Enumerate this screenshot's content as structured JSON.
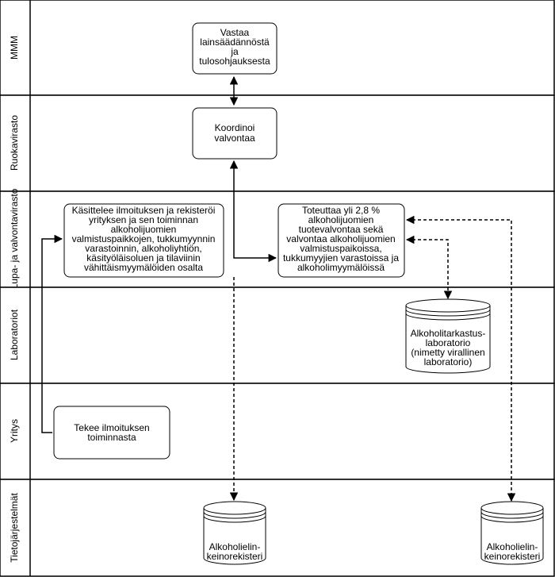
{
  "lanes": [
    {
      "label": "MMM"
    },
    {
      "label": "Ruokavirasto"
    },
    {
      "label": "Lupa- ja valvontavirasto"
    },
    {
      "label": "Laboratoriot"
    },
    {
      "label": "Yritys"
    },
    {
      "label": "Tietojärjestelmät"
    }
  ],
  "boxes": {
    "mmm_task": {
      "lines": [
        "Vastaa",
        "lainsäädännöstä",
        "ja",
        "tulosohjauksesta"
      ]
    },
    "ruoka_task": {
      "lines": [
        "Koordinoi",
        "valvontaa"
      ]
    },
    "lupa_left": {
      "lines": [
        "Käsittelee ilmoituksen ja rekisteröi",
        "yrityksen ja sen toiminnan",
        "alkoholijuomien",
        "valmistuspaikkojen, tukkumyynnin",
        "varastoinnin, alkoholiyhtiön,",
        "käsityöläisoluen ja tilaviinin",
        "vähittäismyymälöiden osalta"
      ]
    },
    "lupa_right": {
      "lines": [
        "Toteuttaa yli 2,8 %",
        "alkoholijuomien",
        "tuotevalvontaa sekä",
        "valvontaa alkoholijuomien",
        "valmistuspaikoissa,",
        "tukkumyyjien varastoissa ja",
        "alkoholimyymälöissä"
      ]
    },
    "yritys_task": {
      "lines": [
        "Tekee ilmoituksen",
        "toiminnasta"
      ]
    }
  },
  "databases": {
    "lab_db": {
      "lines": [
        "Alkoholitarkastus-",
        "laboratorio",
        "(nimetty virallinen",
        "laboratorio)"
      ]
    },
    "reg_db_left": {
      "lines": [
        "Alkoholielin-",
        "keinorekisteri"
      ]
    },
    "reg_db_right": {
      "lines": [
        "Alkoholielin-",
        "keinorekisteri"
      ]
    }
  }
}
